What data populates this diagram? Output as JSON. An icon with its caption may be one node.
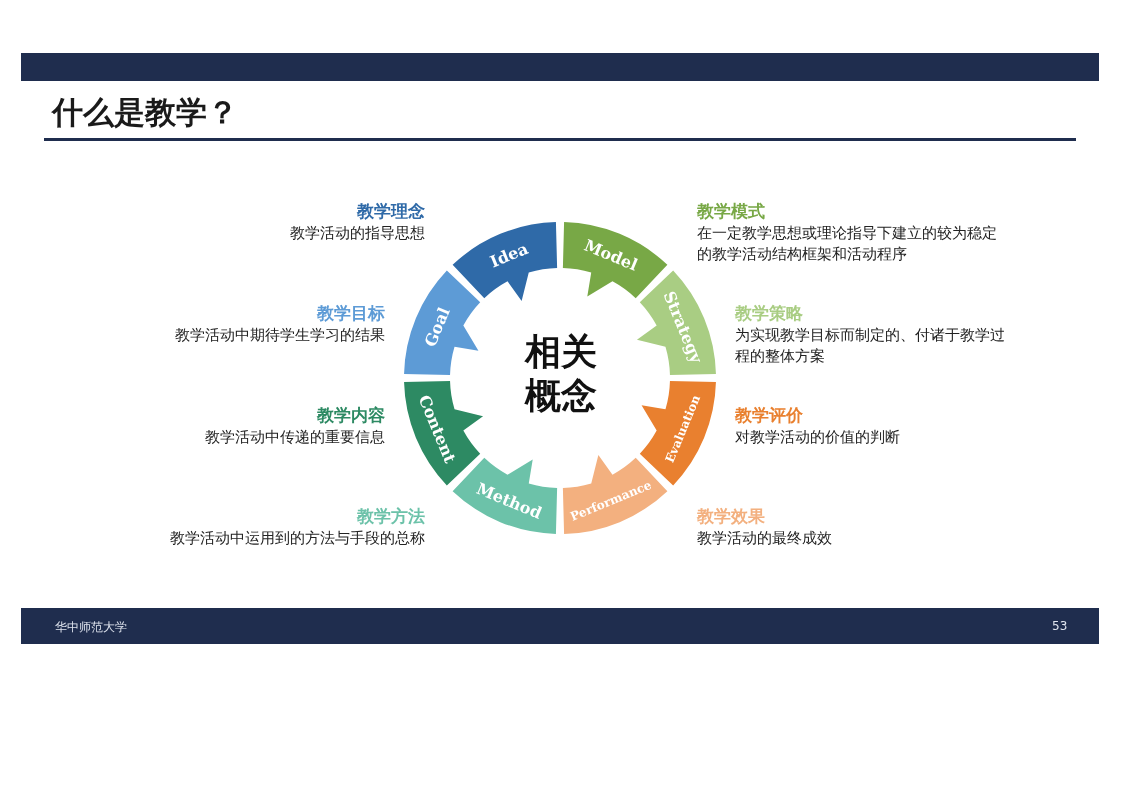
{
  "diagram": {
    "title": "什么是教学？",
    "nodes": [
      {
        "text": [
          "相关概念"
        ]
      },
      {
        "text": [
          "Idea"
        ],
        "beside": [
          "教学理念",
          "教学活动的指导思想"
        ]
      },
      {
        "text": [
          "Model"
        ],
        "beside": [
          "教学模式",
          "在一定教学思想或理论指导下建立的较为稳定的教学活动结构框架和活动程序"
        ]
      },
      {
        "text": [
          "Strategy"
        ],
        "beside": [
          "教学策略",
          "为实现教学目标而制定的、付诸于教学过程的整体方案"
        ]
      },
      {
        "text": [
          "Evaluation"
        ],
        "beside": [
          "教学评价",
          "对教学活动的价值的判断"
        ]
      },
      {
        "text": [
          "Performance"
        ],
        "beside": [
          "教学效果",
          "教学活动的最终成效"
        ]
      },
      {
        "text": [
          "Method"
        ],
        "beside": [
          "教学方法",
          "教学活动中运用到的方法与手段的总称"
        ]
      },
      {
        "text": [
          "Content"
        ],
        "beside": [
          "教学内容",
          "教学活动中传递的重要信息"
        ]
      },
      {
        "text": [
          "Goal"
        ],
        "beside": [
          "教学目标",
          "教学活动中期待学生学习的结果"
        ]
      }
    ],
    "edges": [],
    "labels": [
      "华中师范大学",
      "53"
    ]
  }
}
